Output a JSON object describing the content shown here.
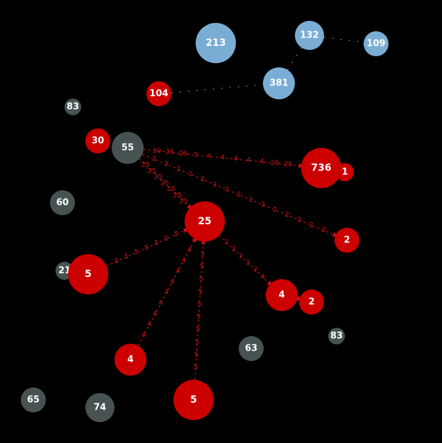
{
  "colors": {
    "background": "#000000",
    "node_red": "#cc0000",
    "node_blue": "#7aadd4",
    "node_gray": "#475353",
    "edge_red": "#c81414",
    "edge_gray": "#9a9a9a",
    "label_text": "#ffffff"
  },
  "nodes": [
    {
      "id": "n213",
      "label": "213",
      "group": "blue"
    },
    {
      "id": "n132",
      "label": "132",
      "group": "blue"
    },
    {
      "id": "n109",
      "label": "109",
      "group": "blue"
    },
    {
      "id": "n381",
      "label": "381",
      "group": "blue"
    },
    {
      "id": "n104",
      "label": "104",
      "group": "red"
    },
    {
      "id": "n83a",
      "label": "83",
      "group": "gray"
    },
    {
      "id": "n30",
      "label": "30",
      "group": "red"
    },
    {
      "id": "n55",
      "label": "55",
      "group": "gray"
    },
    {
      "id": "n736",
      "label": "736",
      "group": "red"
    },
    {
      "id": "n1",
      "label": "1",
      "group": "red"
    },
    {
      "id": "n60",
      "label": "60",
      "group": "gray"
    },
    {
      "id": "n25",
      "label": "25",
      "group": "red"
    },
    {
      "id": "n2a",
      "label": "2",
      "group": "red"
    },
    {
      "id": "n21",
      "label": "21",
      "group": "gray"
    },
    {
      "id": "n5a",
      "label": "5",
      "group": "red"
    },
    {
      "id": "n4a",
      "label": "4",
      "group": "red"
    },
    {
      "id": "n2b",
      "label": "2",
      "group": "red"
    },
    {
      "id": "n83b",
      "label": "83",
      "group": "gray"
    },
    {
      "id": "n63",
      "label": "63",
      "group": "gray"
    },
    {
      "id": "n4b",
      "label": "4",
      "group": "red"
    },
    {
      "id": "n65",
      "label": "65",
      "group": "gray"
    },
    {
      "id": "n74",
      "label": "74",
      "group": "gray"
    },
    {
      "id": "n5b",
      "label": "5",
      "group": "red"
    }
  ],
  "edges": [
    {
      "from": "n55",
      "to": "n736",
      "labels": [
        "30",
        "26",
        "26",
        "5",
        "4",
        "4",
        "4",
        "4",
        "4",
        "25",
        "25"
      ],
      "color": "red"
    },
    {
      "from": "n55",
      "to": "n2a",
      "labels": [
        "2",
        "2",
        "2",
        "2",
        "2",
        "2",
        "2",
        "2",
        "2",
        "2",
        "2",
        "2",
        "2",
        "2",
        "2"
      ],
      "color": "red"
    },
    {
      "from": "n55",
      "to": "n25",
      "labels": [
        "25",
        "25",
        "25",
        "25",
        "25",
        "25",
        "25"
      ],
      "color": "red"
    },
    {
      "from": "n5a",
      "to": "n25",
      "labels": [
        "5",
        "5",
        "5",
        "5",
        "5",
        "5",
        "5"
      ],
      "color": "red"
    },
    {
      "from": "n4b",
      "to": "n25",
      "labels": [
        "4",
        "4",
        "4",
        "4",
        "4",
        "4",
        "4",
        "4",
        "4"
      ],
      "color": "red"
    },
    {
      "from": "n5b",
      "to": "n25",
      "labels": [
        "5",
        "5",
        "5",
        "5",
        "5",
        "5",
        "5",
        "5",
        "5",
        "5"
      ],
      "color": "red"
    },
    {
      "from": "n25",
      "to": "n4a",
      "labels": [
        "2",
        "2",
        "2",
        "2",
        "2",
        "4"
      ],
      "color": "red"
    },
    {
      "from": "n4a",
      "to": "n2b",
      "labels": [
        "2"
      ],
      "color": "red"
    },
    {
      "from": "n104",
      "to": "n381",
      "labels": [],
      "color": "gray"
    },
    {
      "from": "n381",
      "to": "n132",
      "labels": [],
      "color": "gray"
    },
    {
      "from": "n132",
      "to": "n109",
      "labels": [],
      "color": "gray"
    }
  ]
}
